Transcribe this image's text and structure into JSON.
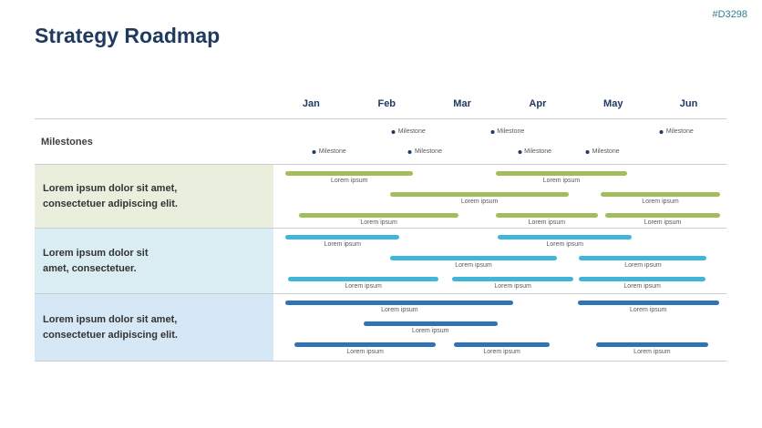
{
  "page": {
    "code": "#D3298",
    "title": "Strategy Roadmap"
  },
  "colors": {
    "title": "#1e3a5f",
    "code": "#2e7d8f",
    "month_label": "#203864",
    "milestone_dot": "#1f3864",
    "small_text": "#595959",
    "green_bar": "#a2bd5c",
    "cyan_bar": "#41b6d9",
    "blue_bar": "#2e74b5",
    "green_bg": "#eaeedd",
    "cyan_bg": "#d9edf3",
    "blue_bg": "#d6e7f5"
  },
  "chart_data": {
    "type": "bar",
    "variant": "gantt-roadmap",
    "title": "Strategy Roadmap",
    "xlabel": "",
    "ylabel": "",
    "x_range_months": [
      0,
      6
    ],
    "months": [
      "Jan",
      "Feb",
      "Mar",
      "Apr",
      "May",
      "Jun"
    ],
    "milestones_label": "Milestones",
    "milestones": [
      {
        "line": 0,
        "month": 1.79,
        "label": "Milestone"
      },
      {
        "line": 0,
        "month": 3.1,
        "label": "Milestone"
      },
      {
        "line": 0,
        "month": 5.34,
        "label": "Milestone"
      },
      {
        "line": 1,
        "month": 0.74,
        "label": "Milestone"
      },
      {
        "line": 1,
        "month": 2.01,
        "label": "Milestone"
      },
      {
        "line": 1,
        "month": 3.46,
        "label": "Milestone"
      },
      {
        "line": 1,
        "month": 4.36,
        "label": "Milestone"
      }
    ],
    "rows": [
      {
        "label": "Lorem ipsum dolor sit amet,\nconsectetuer adipiscing elit.",
        "color": "#a2bd5c",
        "bg": "#eaeedd",
        "bars": [
          {
            "line": 0,
            "start": 0.16,
            "end": 1.85,
            "label": "Lorem ipsum"
          },
          {
            "line": 0,
            "start": 2.94,
            "end": 4.69,
            "label": "Lorem ipsum"
          },
          {
            "line": 1,
            "start": 1.55,
            "end": 3.91,
            "label": "Lorem ipsum"
          },
          {
            "line": 1,
            "start": 4.33,
            "end": 5.92,
            "label": "Lorem ipsum"
          },
          {
            "line": 2,
            "start": 0.34,
            "end": 2.45,
            "label": "Lorem ipsum"
          },
          {
            "line": 2,
            "start": 2.94,
            "end": 4.3,
            "label": "Lorem ipsum"
          },
          {
            "line": 2,
            "start": 4.39,
            "end": 5.92,
            "label": "Lorem ipsum"
          }
        ]
      },
      {
        "label": "Lorem ipsum dolor sit\namet, consectetuer.",
        "color": "#41b6d9",
        "bg": "#d9edf3",
        "bars": [
          {
            "line": 0,
            "start": 0.16,
            "end": 1.67,
            "label": "Lorem ipsum"
          },
          {
            "line": 0,
            "start": 2.97,
            "end": 4.75,
            "label": "Lorem ipsum"
          },
          {
            "line": 1,
            "start": 1.55,
            "end": 3.75,
            "label": "Lorem ipsum"
          },
          {
            "line": 1,
            "start": 4.05,
            "end": 5.74,
            "label": "Lorem ipsum"
          },
          {
            "line": 2,
            "start": 0.19,
            "end": 2.19,
            "label": "Lorem ipsum"
          },
          {
            "line": 2,
            "start": 2.37,
            "end": 3.97,
            "label": "Lorem ipsum"
          },
          {
            "line": 2,
            "start": 4.05,
            "end": 5.72,
            "label": "Lorem ipsum"
          }
        ]
      },
      {
        "label": "Lorem ipsum dolor sit amet,\nconsectetuer adipiscing elit.",
        "color": "#2e74b5",
        "bg": "#d6e7f5",
        "bars": [
          {
            "line": 0,
            "start": 0.16,
            "end": 3.18,
            "label": "Lorem ipsum"
          },
          {
            "line": 0,
            "start": 4.03,
            "end": 5.9,
            "label": "Lorem ipsum"
          },
          {
            "line": 1,
            "start": 1.19,
            "end": 2.97,
            "label": "Lorem ipsum"
          },
          {
            "line": 2,
            "start": 0.28,
            "end": 2.15,
            "label": "Lorem ipsum"
          },
          {
            "line": 2,
            "start": 2.39,
            "end": 3.66,
            "label": "Lorem ipsum"
          },
          {
            "line": 2,
            "start": 4.27,
            "end": 5.76,
            "label": "Lorem ipsum"
          }
        ]
      }
    ]
  }
}
